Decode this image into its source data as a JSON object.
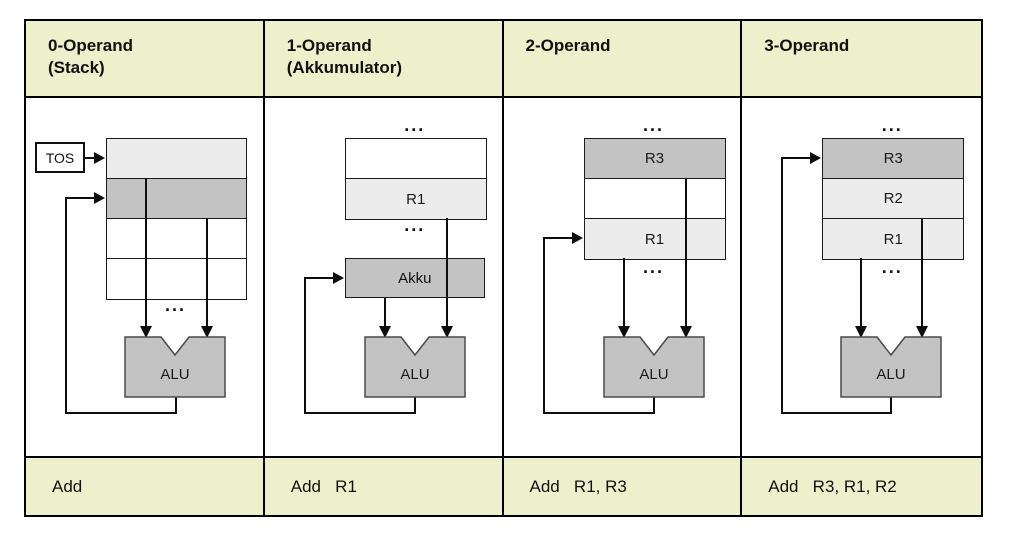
{
  "ellipsis": "...",
  "columns": [
    {
      "header_line1": "0-Operand",
      "header_line2": "(Stack)",
      "tos_label": "TOS",
      "alu_label": "ALU",
      "instruction": "Add",
      "cells": [
        "",
        "",
        "",
        ""
      ]
    },
    {
      "header_line1": "1-Operand",
      "header_line2": "(Akkumulator)",
      "akku_label": "Akku",
      "alu_label": "ALU",
      "instruction": "Add   R1",
      "cells": [
        "",
        "R1"
      ]
    },
    {
      "header_line1": "2-Operand",
      "header_line2": "",
      "alu_label": "ALU",
      "instruction": "Add   R1, R3",
      "cells": [
        "R3",
        "",
        "R1"
      ]
    },
    {
      "header_line1": "3-Operand",
      "header_line2": "",
      "alu_label": "ALU",
      "instruction": "Add   R3, R1, R2",
      "cells": [
        "R3",
        "R2",
        "R1"
      ]
    }
  ],
  "colors": {
    "header_bg": "#eef0cc",
    "cell_light": "#ececec",
    "cell_dark": "#c3c3c3",
    "alu_fill": "#c3c3c3",
    "line": "#0d0d0d"
  }
}
